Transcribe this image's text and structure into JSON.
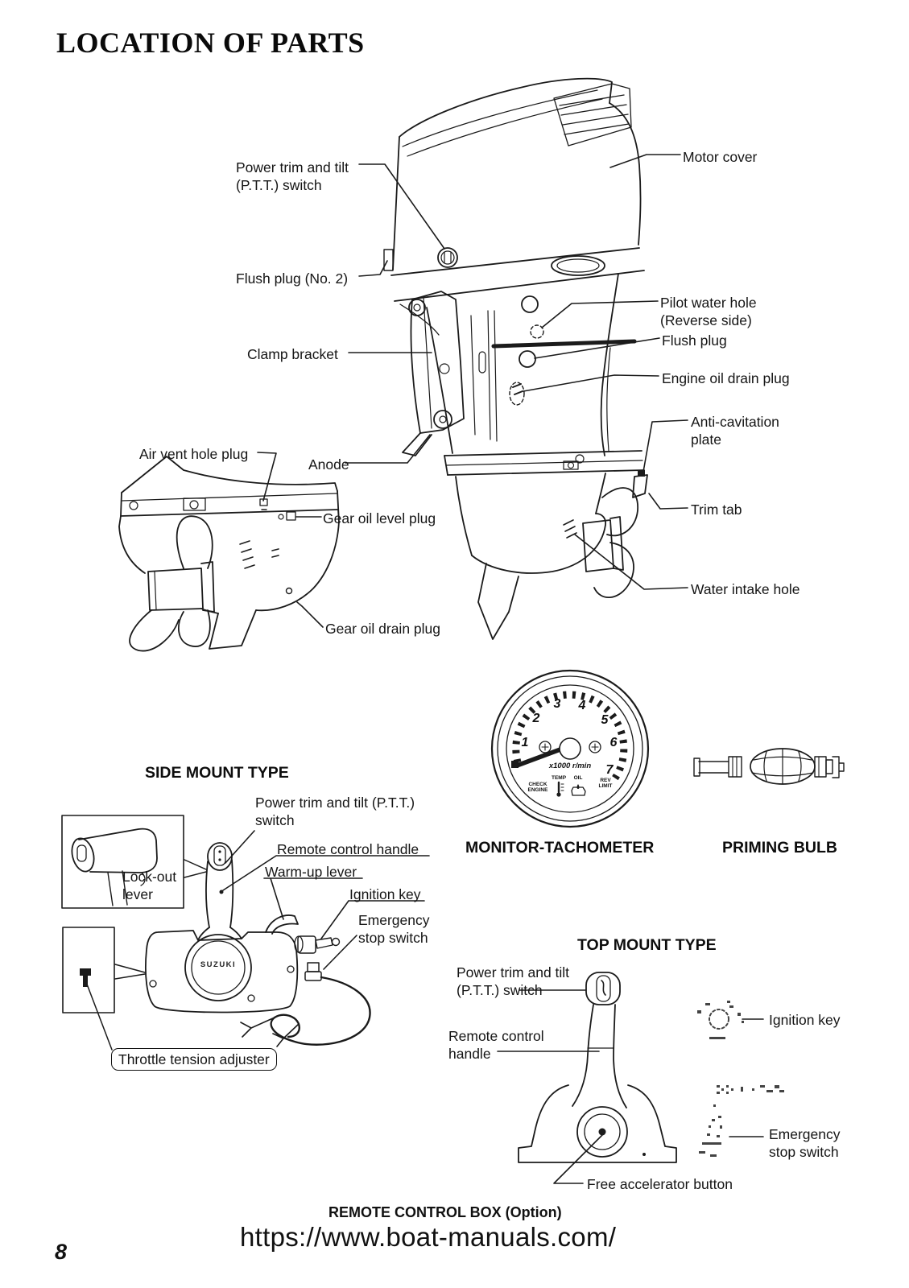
{
  "page": {
    "title": "LOCATION OF PARTS",
    "page_number": "8",
    "footer_url": "https://www.boat-manuals.com/"
  },
  "engine_diagram": {
    "labels": {
      "ptt_switch": "Power trim and tilt\n(P.T.T.) switch",
      "flush_plug_no2": "Flush plug (No. 2)",
      "motor_cover": "Motor cover",
      "pilot_water_hole": "Pilot water hole\n(Reverse side)",
      "flush_plug": "Flush plug",
      "engine_oil_drain_plug": "Engine oil drain plug",
      "anti_cavitation_plate": "Anti-cavitation\nplate",
      "trim_tab": "Trim tab",
      "water_intake_hole": "Water intake hole",
      "clamp_bracket": "Clamp bracket",
      "air_vent_hole_plug": "Air vent hole plug",
      "anode": "Anode",
      "gear_oil_level_plug": "Gear oil level plug",
      "gear_oil_drain_plug": "Gear oil drain plug"
    }
  },
  "side_mount": {
    "heading": "SIDE MOUNT TYPE",
    "labels": {
      "ptt_switch": "Power trim and tilt (P.T.T.)\nswitch",
      "remote_control_handle": "Remote control handle",
      "warm_up_lever": "Warm-up lever",
      "ignition_key": "Ignition key",
      "emergency_stop_switch": "Emergency\nstop switch",
      "lock_out_lever": "Lock-out\nlever",
      "throttle_tension_adjuster": "Throttle tension adjuster"
    },
    "brand": "SUZUKI"
  },
  "instruments": {
    "tachometer_heading": "MONITOR-TACHOMETER",
    "priming_bulb_heading": "PRIMING BULB",
    "tachometer": {
      "dial_numbers": [
        "1",
        "2",
        "3",
        "4",
        "5",
        "6",
        "7"
      ],
      "dial_unit": "x1000 r/min",
      "warning_labels": [
        "CHECK\nENGINE",
        "TEMP",
        "OIL",
        "REV\nLIMIT"
      ]
    }
  },
  "top_mount": {
    "heading": "TOP MOUNT TYPE",
    "labels": {
      "ptt_switch": "Power trim and tilt\n(P.T.T.) switch",
      "remote_control_handle": "Remote control\nhandle",
      "ignition_key": "Ignition key",
      "emergency_stop_switch": "Emergency\nstop switch",
      "free_accelerator_button": "Free accelerator button"
    },
    "caption": "REMOTE CONTROL BOX (Option)"
  }
}
